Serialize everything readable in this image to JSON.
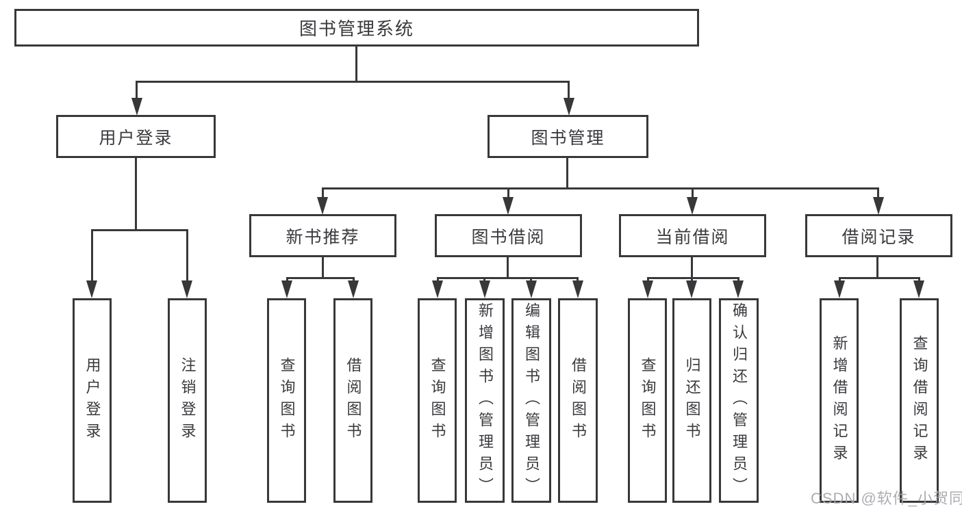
{
  "diagram": {
    "root": "图书管理系统",
    "level2": {
      "user_login": "用户登录",
      "book_mgmt": "图书管理"
    },
    "level3": {
      "new_books": "新书推荐",
      "book_borrow": "图书借阅",
      "current_borrow": "当前借阅",
      "borrow_records": "借阅记录"
    },
    "leaves": {
      "user_login": "用户登录",
      "logout": "注销登录",
      "nb_query": "查询图书",
      "nb_borrow": "借阅图书",
      "bb_query": "查询图书",
      "bb_add": "新增图书（管理员）",
      "bb_edit": "编辑图书（管理员）",
      "bb_borrow": "借阅图书",
      "cb_query": "查询图书",
      "cb_return": "归还图书",
      "cb_confirm": "确认归还（管理员）",
      "br_add": "新增借阅记录",
      "br_query": "查询借阅记录"
    }
  },
  "watermark": {
    "text": "CSDN @软件_小贺同学"
  },
  "colors": {
    "line": "#38383a",
    "text": "#3a3a3e",
    "watermark": "#a2a4aa",
    "background": "#ffffff"
  }
}
